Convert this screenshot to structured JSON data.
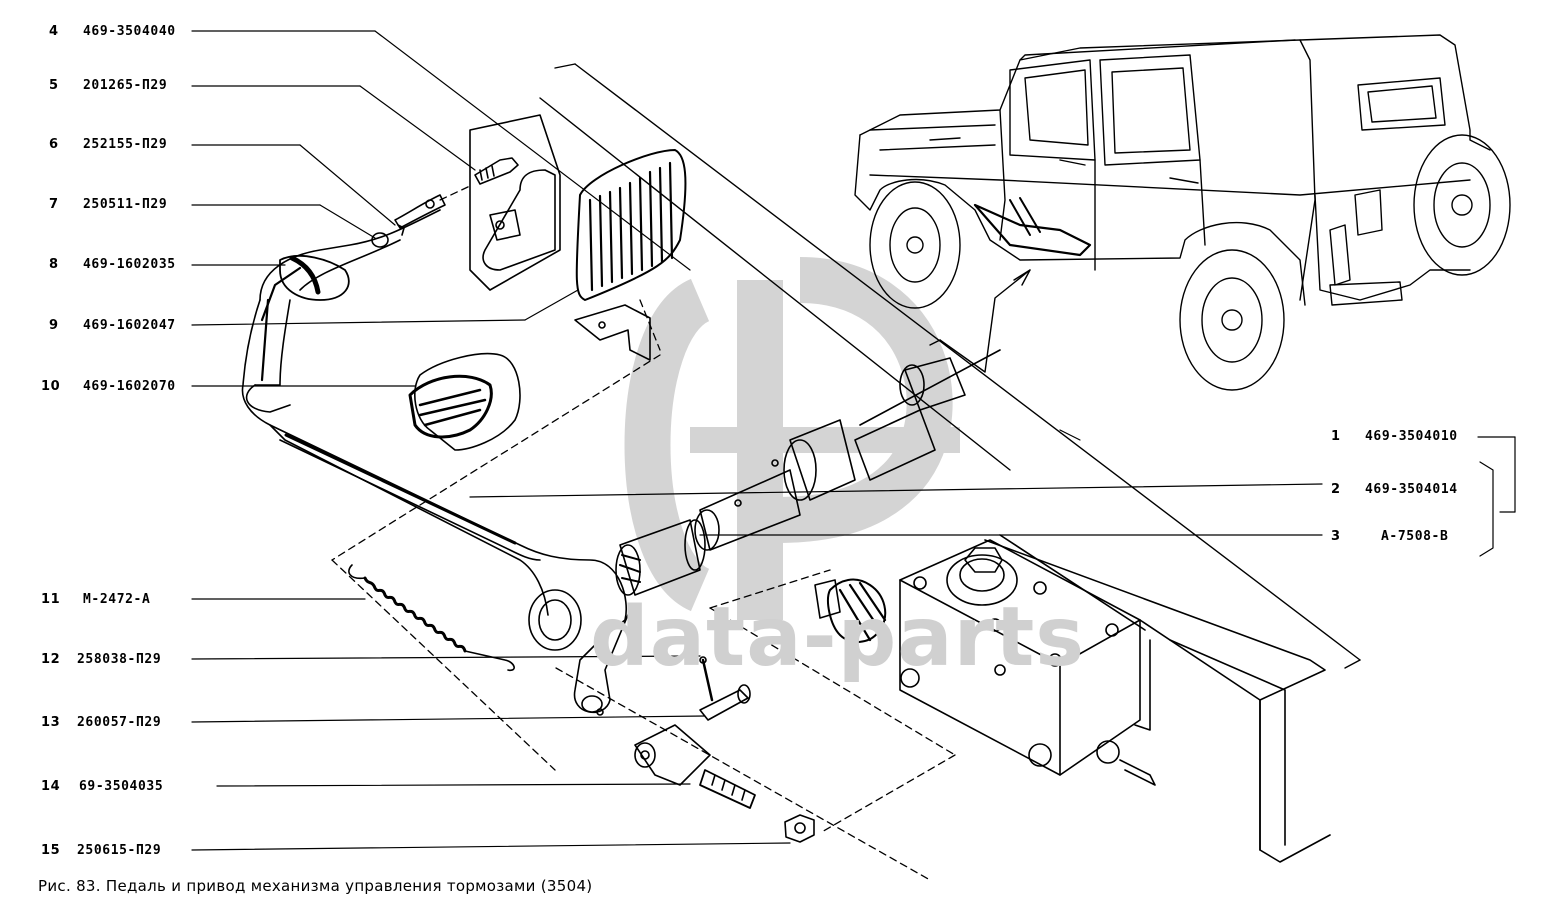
{
  "callouts": [
    {
      "num": "4",
      "code": "469-3504040"
    },
    {
      "num": "5",
      "code": "201265-П29"
    },
    {
      "num": "6",
      "code": "252155-П29"
    },
    {
      "num": "7",
      "code": "250511-П29"
    },
    {
      "num": "8",
      "code": "469-1602035"
    },
    {
      "num": "9",
      "code": "469-1602047"
    },
    {
      "num": "10",
      "code": "469-1602070"
    },
    {
      "num": "11",
      "code": "М-2472-А"
    },
    {
      "num": "12",
      "code": "258038-П29"
    },
    {
      "num": "13",
      "code": "260057-П29"
    },
    {
      "num": "14",
      "code": "69-3504035"
    },
    {
      "num": "15",
      "code": "250615-П29"
    },
    {
      "num": "1",
      "code": "469-3504010"
    },
    {
      "num": "2",
      "code": "469-3504014"
    },
    {
      "num": "3",
      "code": "А-7508-В"
    }
  ],
  "caption": "Рис. 83. Педаль и привод механизма управления тормозами (3504)",
  "watermark": "data-parts",
  "colors": {
    "ink": "#000000",
    "watermark": "#cfcfcf"
  }
}
